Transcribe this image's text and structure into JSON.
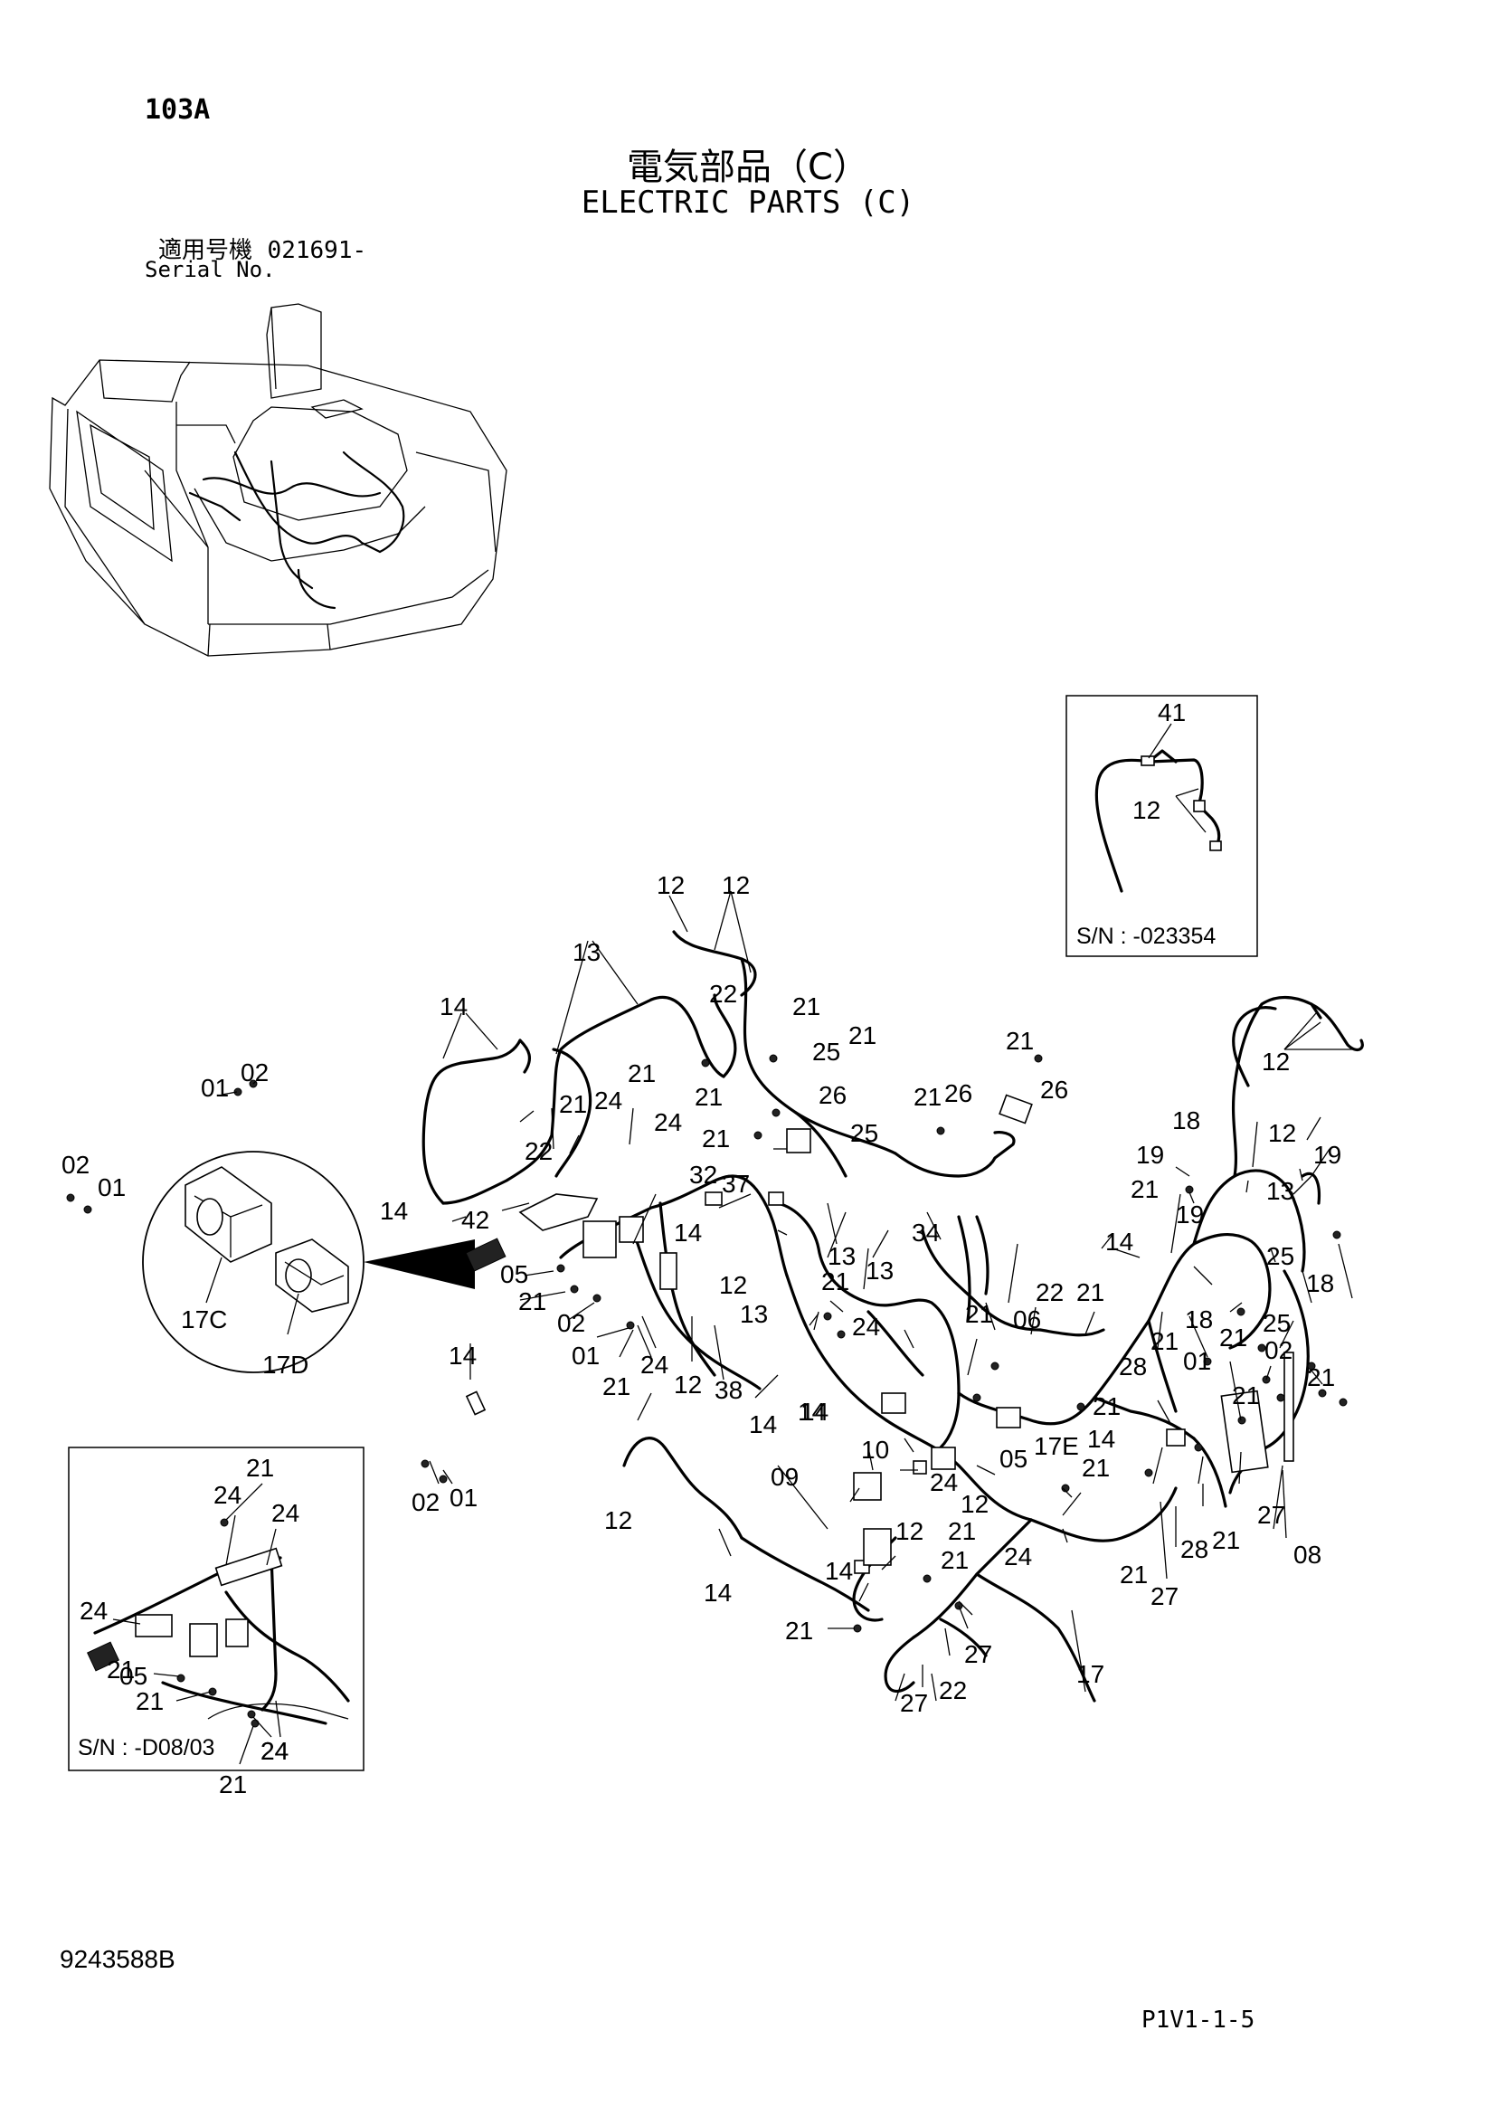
{
  "header": {
    "page_code": "103A",
    "title_jp": "電気部品（C）",
    "title_en": "ELECTRIC PARTS (C)",
    "serial_label_jp": "適用号機",
    "serial_value": "021691-",
    "serial_label_en": "Serial No."
  },
  "inset_top_right": {
    "serial": "S/N : -023354"
  },
  "inset_bottom_left": {
    "serial": "S/N : -D08/03"
  },
  "footer": {
    "drawing_number": "9243588B",
    "page_ref": "P1V1-1-5"
  },
  "callouts": {
    "main": [
      "12",
      "12",
      "13",
      "14",
      "22",
      "21",
      "25",
      "21",
      "21",
      "21",
      "26",
      "26",
      "21",
      "24",
      "21",
      "22",
      "21",
      "24",
      "21",
      "25",
      "26",
      "01",
      "02",
      "02",
      "01",
      "14",
      "42",
      "32",
      "37",
      "14",
      "34",
      "13",
      "13",
      "12",
      "21",
      "13",
      "24",
      "05",
      "21",
      "02",
      "01",
      "21",
      "24",
      "12",
      "38",
      "14",
      "12",
      "18",
      "19",
      "12",
      "21",
      "13",
      "19",
      "19",
      "25",
      "18",
      "14",
      "22",
      "21",
      "06",
      "21",
      "18",
      "21",
      "25",
      "02",
      "28",
      "21",
      "01",
      "21",
      "21",
      "21",
      "14",
      "17E",
      "05",
      "14",
      "10",
      "24",
      "12",
      "09",
      "21",
      "24",
      "27",
      "28",
      "21",
      "08",
      "12",
      "21",
      "12",
      "14",
      "21",
      "14",
      "21",
      "27",
      "21",
      "27",
      "17",
      "22",
      "27",
      "14",
      "02",
      "01",
      "14"
    ],
    "zoom_circle": [
      "17C",
      "17D"
    ],
    "inset_top_right": [
      "41",
      "12"
    ],
    "inset_bottom_left": [
      "21",
      "24",
      "24",
      "24",
      "05",
      "21",
      "21",
      "24",
      "24",
      "21"
    ]
  }
}
